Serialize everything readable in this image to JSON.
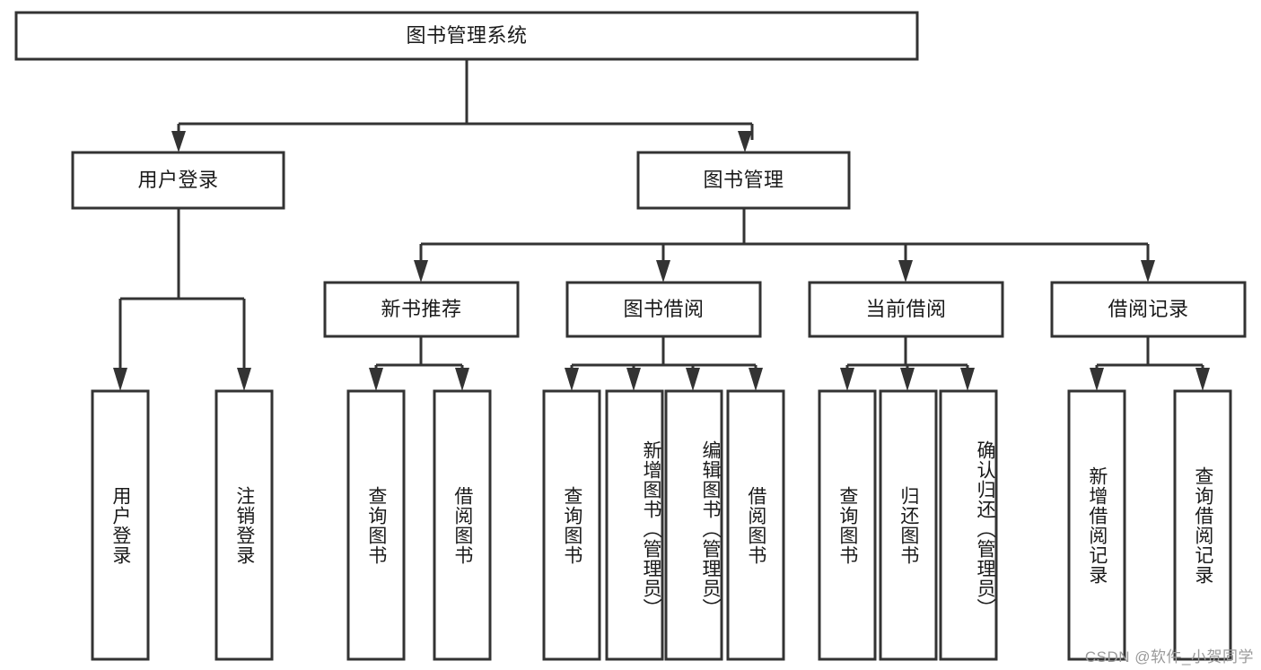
{
  "diagram": {
    "title": "图书管理系统",
    "type": "tree",
    "watermark": "CSDN @软件_小贺同学",
    "colors": {
      "box_stroke": "#333333",
      "box_fill": "#ffffff",
      "connector": "#333333",
      "text": "#1a1a1a",
      "watermark": "#9a9a9a",
      "background": "#ffffff"
    },
    "nodes": {
      "root": {
        "label": "图书管理系统",
        "level": 1,
        "orientation": "horizontal"
      },
      "l2_user_login": {
        "label": "用户登录",
        "level": 2,
        "orientation": "horizontal"
      },
      "l2_book_manage": {
        "label": "图书管理",
        "level": 2,
        "orientation": "horizontal"
      },
      "l3_new_book": {
        "label": "新书推荐",
        "level": 3,
        "orientation": "horizontal"
      },
      "l3_borrow": {
        "label": "图书借阅",
        "level": 3,
        "orientation": "horizontal"
      },
      "l3_current": {
        "label": "当前借阅",
        "level": 3,
        "orientation": "horizontal"
      },
      "l3_record": {
        "label": "借阅记录",
        "level": 3,
        "orientation": "horizontal"
      },
      "leaf_user_login": {
        "label": "用户登录",
        "level": 4,
        "orientation": "vertical"
      },
      "leaf_logout": {
        "label": "注销登录",
        "level": 4,
        "orientation": "vertical"
      },
      "leaf_query_book_a": {
        "label": "查询图书",
        "level": 4,
        "orientation": "vertical"
      },
      "leaf_borrow_book_a": {
        "label": "借阅图书",
        "level": 4,
        "orientation": "vertical"
      },
      "leaf_query_book_b": {
        "label": "查询图书",
        "level": 4,
        "orientation": "vertical"
      },
      "leaf_add_book": {
        "label": "新增图书（管理员）",
        "level": 4,
        "orientation": "vertical"
      },
      "leaf_edit_book": {
        "label": "编辑图书（管理员）",
        "level": 4,
        "orientation": "vertical"
      },
      "leaf_borrow_book_b": {
        "label": "借阅图书",
        "level": 4,
        "orientation": "vertical"
      },
      "leaf_query_book_c": {
        "label": "查询图书",
        "level": 4,
        "orientation": "vertical"
      },
      "leaf_return_book": {
        "label": "归还图书",
        "level": 4,
        "orientation": "vertical"
      },
      "leaf_confirm_return": {
        "label": "确认归还（管理员）",
        "level": 4,
        "orientation": "vertical"
      },
      "leaf_add_record": {
        "label": "新增借阅记录",
        "level": 4,
        "orientation": "vertical"
      },
      "leaf_query_record": {
        "label": "查询借阅记录",
        "level": 4,
        "orientation": "vertical"
      }
    },
    "edges": [
      {
        "from": "root",
        "to": "l2_user_login"
      },
      {
        "from": "root",
        "to": "l2_book_manage"
      },
      {
        "from": "l2_user_login",
        "to": "leaf_user_login"
      },
      {
        "from": "l2_user_login",
        "to": "leaf_logout"
      },
      {
        "from": "l2_book_manage",
        "to": "l3_new_book"
      },
      {
        "from": "l2_book_manage",
        "to": "l3_borrow"
      },
      {
        "from": "l2_book_manage",
        "to": "l3_current"
      },
      {
        "from": "l2_book_manage",
        "to": "l3_record"
      },
      {
        "from": "l3_new_book",
        "to": "leaf_query_book_a"
      },
      {
        "from": "l3_new_book",
        "to": "leaf_borrow_book_a"
      },
      {
        "from": "l3_borrow",
        "to": "leaf_query_book_b"
      },
      {
        "from": "l3_borrow",
        "to": "leaf_add_book"
      },
      {
        "from": "l3_borrow",
        "to": "leaf_edit_book"
      },
      {
        "from": "l3_borrow",
        "to": "leaf_borrow_book_b"
      },
      {
        "from": "l3_current",
        "to": "leaf_query_book_c"
      },
      {
        "from": "l3_current",
        "to": "leaf_return_book"
      },
      {
        "from": "l3_current",
        "to": "leaf_confirm_return"
      },
      {
        "from": "l3_record",
        "to": "leaf_add_record"
      },
      {
        "from": "l3_record",
        "to": "leaf_query_record"
      }
    ]
  }
}
